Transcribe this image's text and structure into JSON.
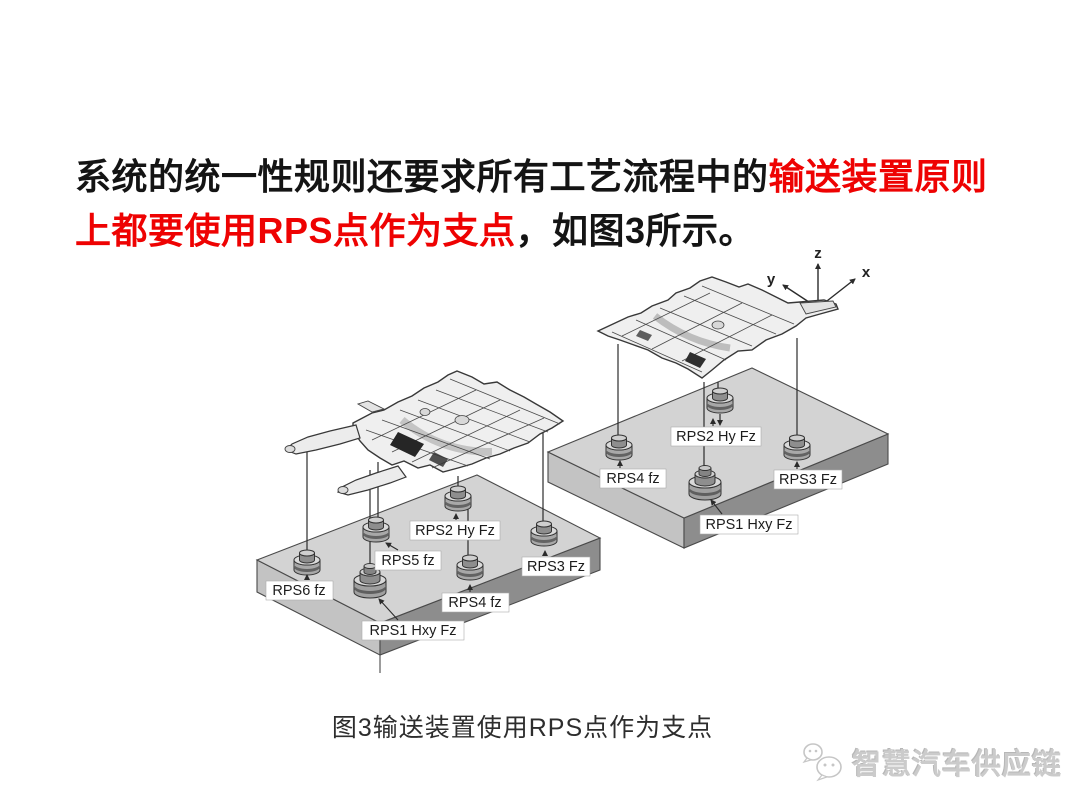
{
  "slide": {
    "paragraph": {
      "line1_black": "系统的统一性规则还要求所有工艺流程中的",
      "line1_red": "输送装置原则",
      "line2_red": "上都要使用RPS点作为支点",
      "line2_black": "，如图3所示。"
    },
    "figure": {
      "axis_labels": {
        "z": "z",
        "y": "y",
        "x": "x"
      },
      "right_labels": [
        "RPS2 Hy Fz",
        "RPS4 fz",
        "RPS3 Fz",
        "RPS1 Hxy Fz"
      ],
      "left_labels": [
        "RPS2 Hy Fz",
        "RPS5 fz",
        "RPS6 fz",
        "RPS4 fz",
        "RPS3 Fz",
        "RPS1 Hxy Fz"
      ],
      "caption": "图3输送装置使用RPS点作为支点"
    },
    "footer": {
      "brand": "智慧汽车供应链"
    },
    "colors": {
      "emphasis_red": "#ee0202",
      "text_black": "#141414",
      "platform_top": "#d3d3d3",
      "platform_side_light": "#c3c3c3",
      "platform_side_dark": "#8d8d8d",
      "caption_text": "#2d2d2d",
      "footer_gray": "#cbcbcb"
    }
  }
}
